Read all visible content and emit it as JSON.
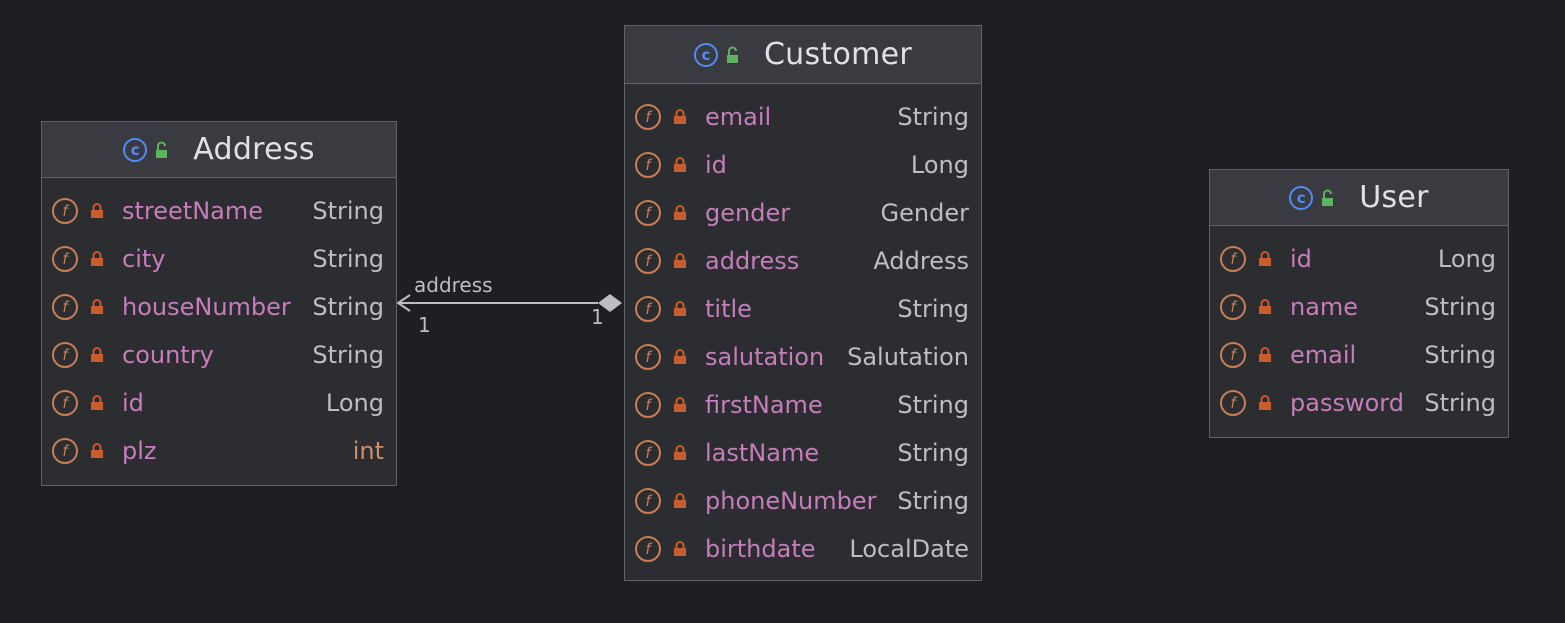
{
  "colors": {
    "background": "#1e1f22",
    "node_fill": "#2b2d30",
    "header_fill": "#393b40",
    "border": "#5f6267",
    "class_icon": "#548af7",
    "field_icon": "#c77d55",
    "field_name": "#c77dbb",
    "field_type": "#bcbec4",
    "primitive_type": "#cf8e6d",
    "edge": "#bcbec4"
  },
  "icons": {
    "class": "class-icon",
    "visibility_public": "unlock-icon",
    "field": "field-icon",
    "visibility_private": "lock-icon",
    "class_glyph": "c",
    "field_glyph": "f"
  },
  "classes": {
    "address": {
      "name": "Address",
      "fields": [
        {
          "name": "streetName",
          "type": "String"
        },
        {
          "name": "city",
          "type": "String"
        },
        {
          "name": "houseNumber",
          "type": "String"
        },
        {
          "name": "country",
          "type": "String"
        },
        {
          "name": "id",
          "type": "Long"
        },
        {
          "name": "plz",
          "type": "int"
        }
      ]
    },
    "customer": {
      "name": "Customer",
      "fields": [
        {
          "name": "email",
          "type": "String"
        },
        {
          "name": "id",
          "type": "Long"
        },
        {
          "name": "gender",
          "type": "Gender"
        },
        {
          "name": "address",
          "type": "Address"
        },
        {
          "name": "title",
          "type": "String"
        },
        {
          "name": "salutation",
          "type": "Salutation"
        },
        {
          "name": "firstName",
          "type": "String"
        },
        {
          "name": "lastName",
          "type": "String"
        },
        {
          "name": "phoneNumber",
          "type": "String"
        },
        {
          "name": "birthdate",
          "type": "LocalDate"
        }
      ]
    },
    "user": {
      "name": "User",
      "fields": [
        {
          "name": "id",
          "type": "Long"
        },
        {
          "name": "name",
          "type": "String"
        },
        {
          "name": "email",
          "type": "String"
        },
        {
          "name": "password",
          "type": "String"
        }
      ]
    }
  },
  "relation": {
    "label": "address",
    "source_multiplicity": "1",
    "target_multiplicity": "1",
    "kind": "composition"
  }
}
